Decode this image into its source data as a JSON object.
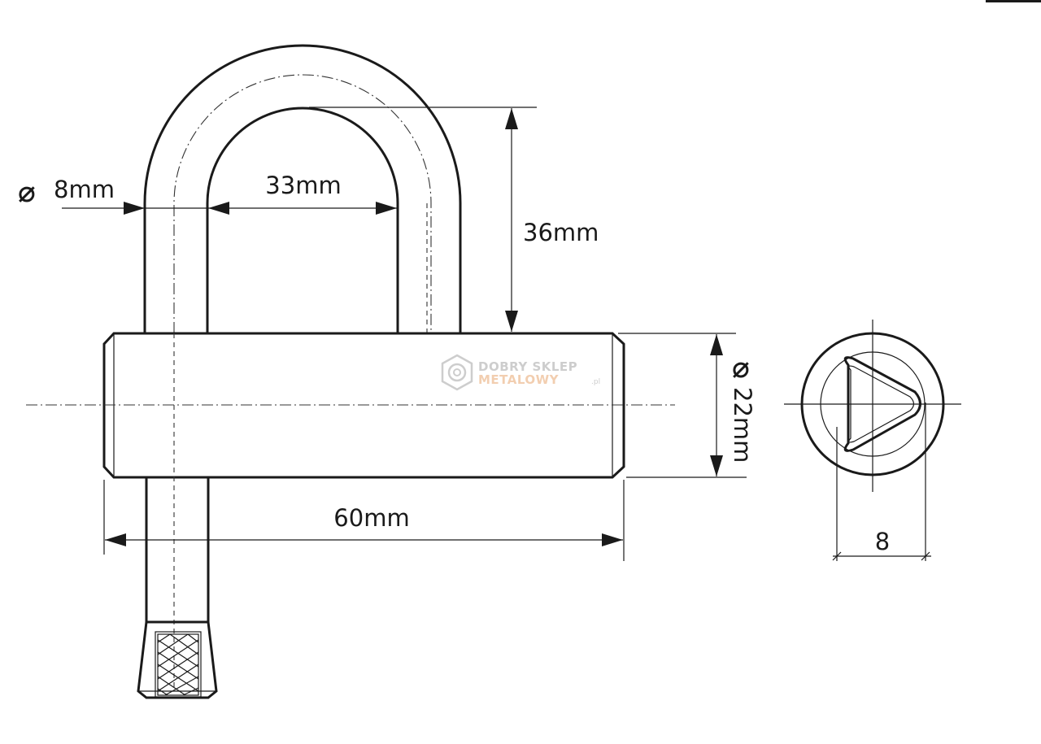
{
  "dimensions": {
    "shackle_diameter": "8mm",
    "shackle_inner_width": "33mm",
    "shackle_clearance_height": "36mm",
    "body_diameter": "22mm",
    "body_length": "60mm",
    "key_profile_size": "8"
  },
  "symbols": {
    "diameter": "⌀"
  },
  "watermark": {
    "line1": "DOBRY SKLEP",
    "line2": "METALOWY",
    "suffix": ".pl"
  }
}
